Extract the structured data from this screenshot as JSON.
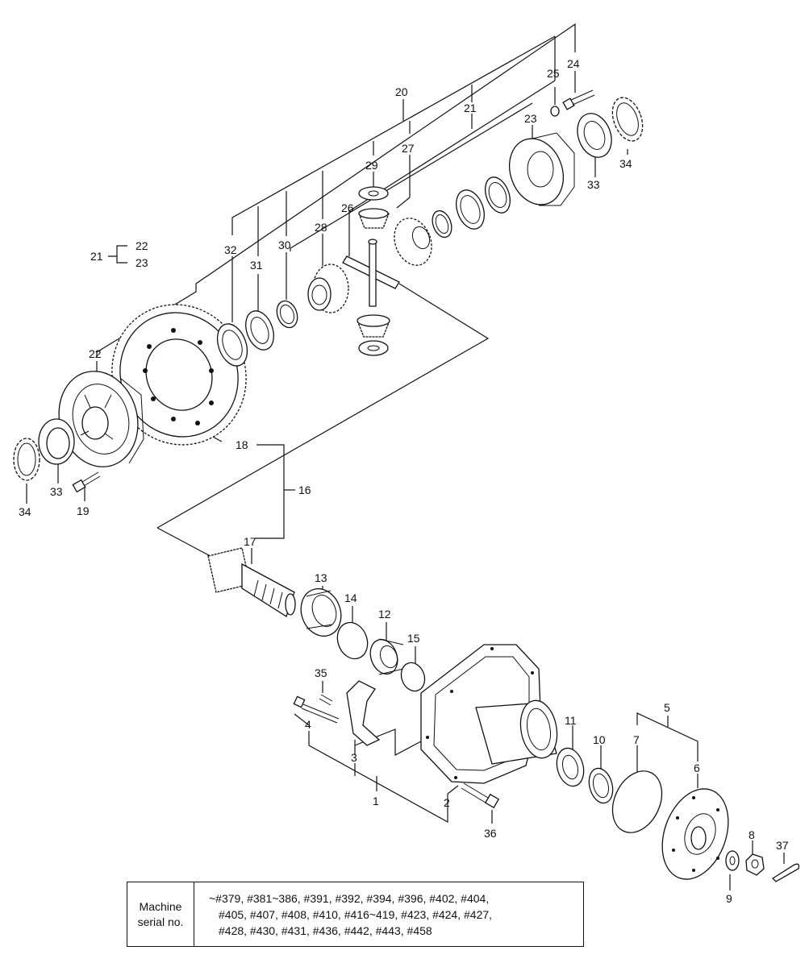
{
  "callouts": [
    {
      "id": "c24",
      "text": "24"
    },
    {
      "id": "c25",
      "text": "25"
    },
    {
      "id": "c20",
      "text": "20"
    },
    {
      "id": "c21a",
      "text": "21"
    },
    {
      "id": "c23a",
      "text": "23"
    },
    {
      "id": "c27",
      "text": "27"
    },
    {
      "id": "c29",
      "text": "29"
    },
    {
      "id": "c34a",
      "text": "34"
    },
    {
      "id": "c33a",
      "text": "33"
    },
    {
      "id": "c26",
      "text": "26"
    },
    {
      "id": "c28",
      "text": "28"
    },
    {
      "id": "c30",
      "text": "30"
    },
    {
      "id": "c31",
      "text": "31"
    },
    {
      "id": "c32",
      "text": "32"
    },
    {
      "id": "c22a",
      "text": "22"
    },
    {
      "id": "c23b",
      "text": "23"
    },
    {
      "id": "c21b",
      "text": "21"
    },
    {
      "id": "c22b",
      "text": "22"
    },
    {
      "id": "c18",
      "text": "18"
    },
    {
      "id": "c16",
      "text": "16"
    },
    {
      "id": "c17",
      "text": "17"
    },
    {
      "id": "c33b",
      "text": "33"
    },
    {
      "id": "c34b",
      "text": "34"
    },
    {
      "id": "c19",
      "text": "19"
    },
    {
      "id": "c13",
      "text": "13"
    },
    {
      "id": "c14",
      "text": "14"
    },
    {
      "id": "c12",
      "text": "12"
    },
    {
      "id": "c15",
      "text": "15"
    },
    {
      "id": "c35",
      "text": "35"
    },
    {
      "id": "c4",
      "text": "4"
    },
    {
      "id": "c3",
      "text": "3"
    },
    {
      "id": "c1",
      "text": "1"
    },
    {
      "id": "c2",
      "text": "2"
    },
    {
      "id": "c36",
      "text": "36"
    },
    {
      "id": "c11",
      "text": "11"
    },
    {
      "id": "c10",
      "text": "10"
    },
    {
      "id": "c7",
      "text": "7"
    },
    {
      "id": "c5",
      "text": "5"
    },
    {
      "id": "c6",
      "text": "6"
    },
    {
      "id": "c8",
      "text": "8"
    },
    {
      "id": "c9",
      "text": "9"
    },
    {
      "id": "c37",
      "text": "37"
    }
  ],
  "serial_table": {
    "header_line1": "Machine",
    "header_line2": "serial no.",
    "lines": [
      "~#379, #381~386, #391, #392, #394, #396, #402, #404,",
      "#405, #407, #408, #410, #416~419, #423, #424, #427,",
      "#428, #430, #431, #436, #442, #443, #458"
    ]
  }
}
